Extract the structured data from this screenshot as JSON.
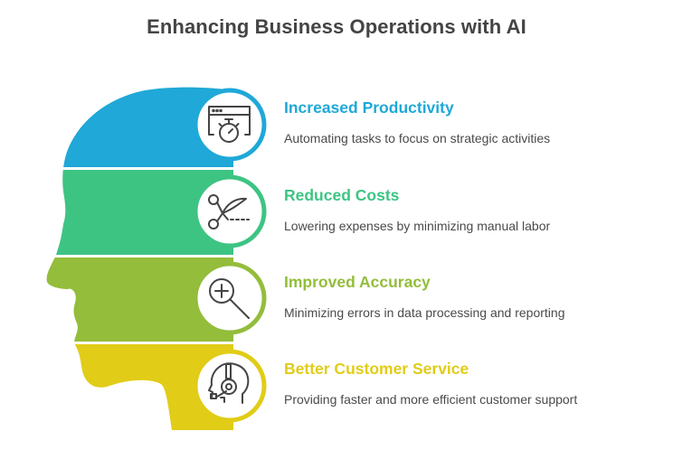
{
  "title": "Enhancing Business Operations with AI",
  "items": [
    {
      "heading": "Increased Productivity",
      "description": "Automating tasks to focus on strategic activities",
      "icon": "browser-stopwatch-icon",
      "color": "#1fa8d8"
    },
    {
      "heading": "Reduced Costs",
      "description": "Lowering expenses by minimizing manual labor",
      "icon": "scissors-cut-icon",
      "color": "#3dc483"
    },
    {
      "heading": "Improved Accuracy",
      "description": "Minimizing errors in data processing and reporting",
      "icon": "magnifier-plus-icon",
      "color": "#93bd3b"
    },
    {
      "heading": "Better Customer Service",
      "description": "Providing faster and more efficient customer support",
      "icon": "headset-agent-icon",
      "color": "#e1cc17"
    }
  ],
  "icon_stroke_color": "#444444"
}
